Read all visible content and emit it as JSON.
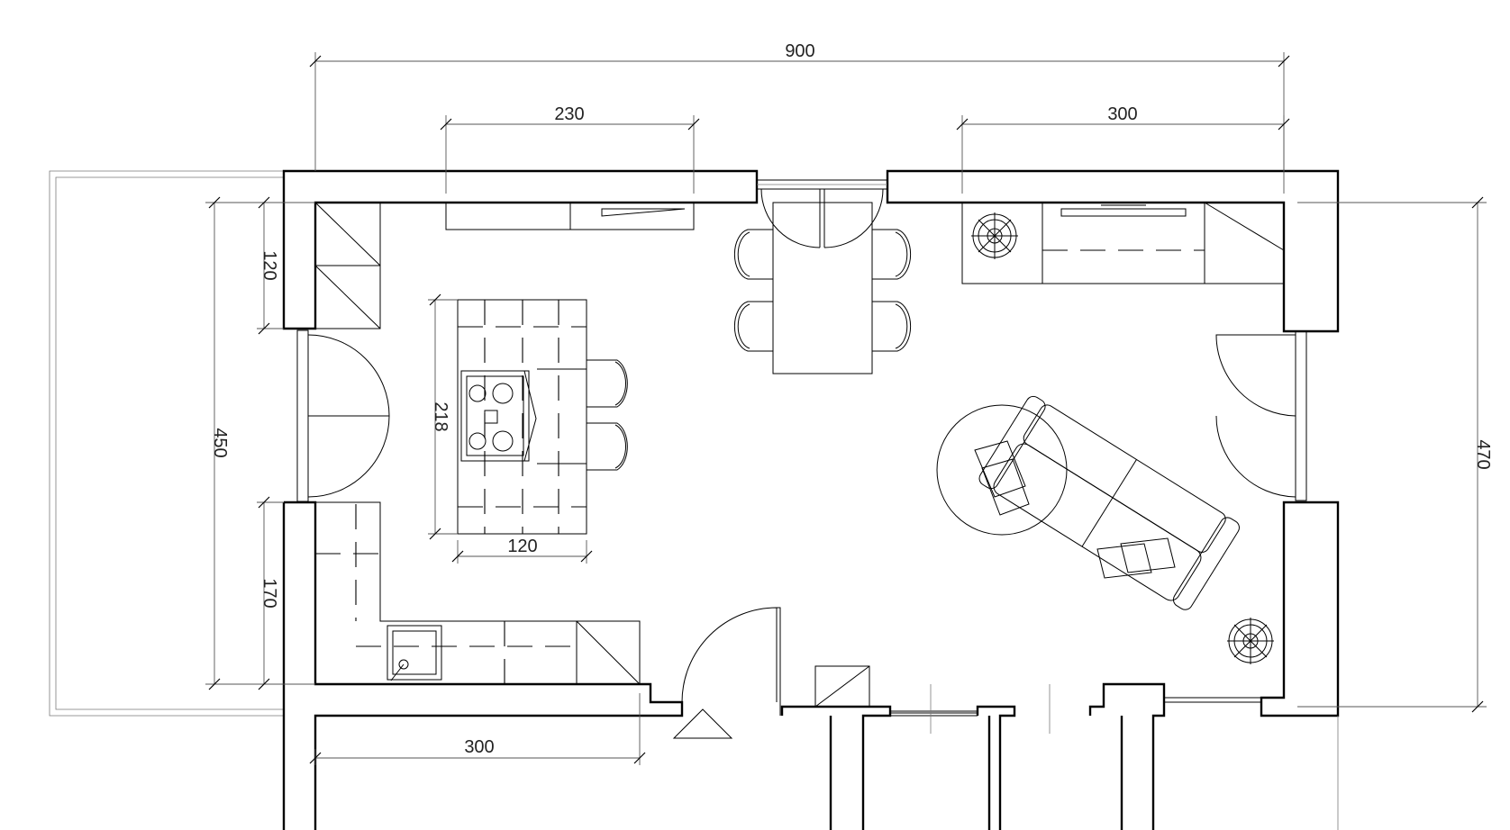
{
  "dimensions": {
    "overall_width": "900",
    "kitchen_wall_cabinets": "230",
    "living_wall_unit": "300",
    "left_upper_segment": "120",
    "left_total": "450",
    "left_lower_segment": "170",
    "island_length": "218",
    "island_width": "120",
    "bottom_run": "300",
    "right_total": "470"
  }
}
